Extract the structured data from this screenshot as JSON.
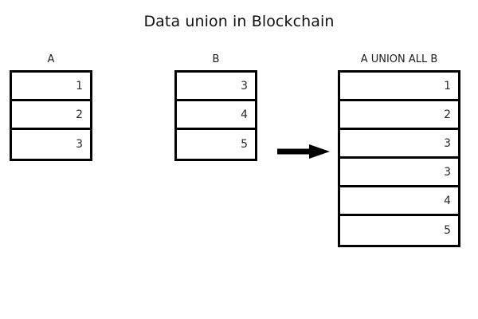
{
  "title": "Data union in Blockchain",
  "colors": {
    "background": "#ffffff",
    "border": "#000000",
    "text": "#1a1a1a",
    "arrow": "#000000"
  },
  "tables": {
    "a": {
      "label": "A",
      "values": [
        "1",
        "2",
        "3"
      ]
    },
    "b": {
      "label": "B",
      "values": [
        "3",
        "4",
        "5"
      ]
    },
    "result": {
      "label": "A UNION ALL B",
      "values": [
        "1",
        "2",
        "3",
        "3",
        "4",
        "5"
      ]
    }
  },
  "arrow": {
    "icon": "right-arrow-icon",
    "direction": "right"
  }
}
